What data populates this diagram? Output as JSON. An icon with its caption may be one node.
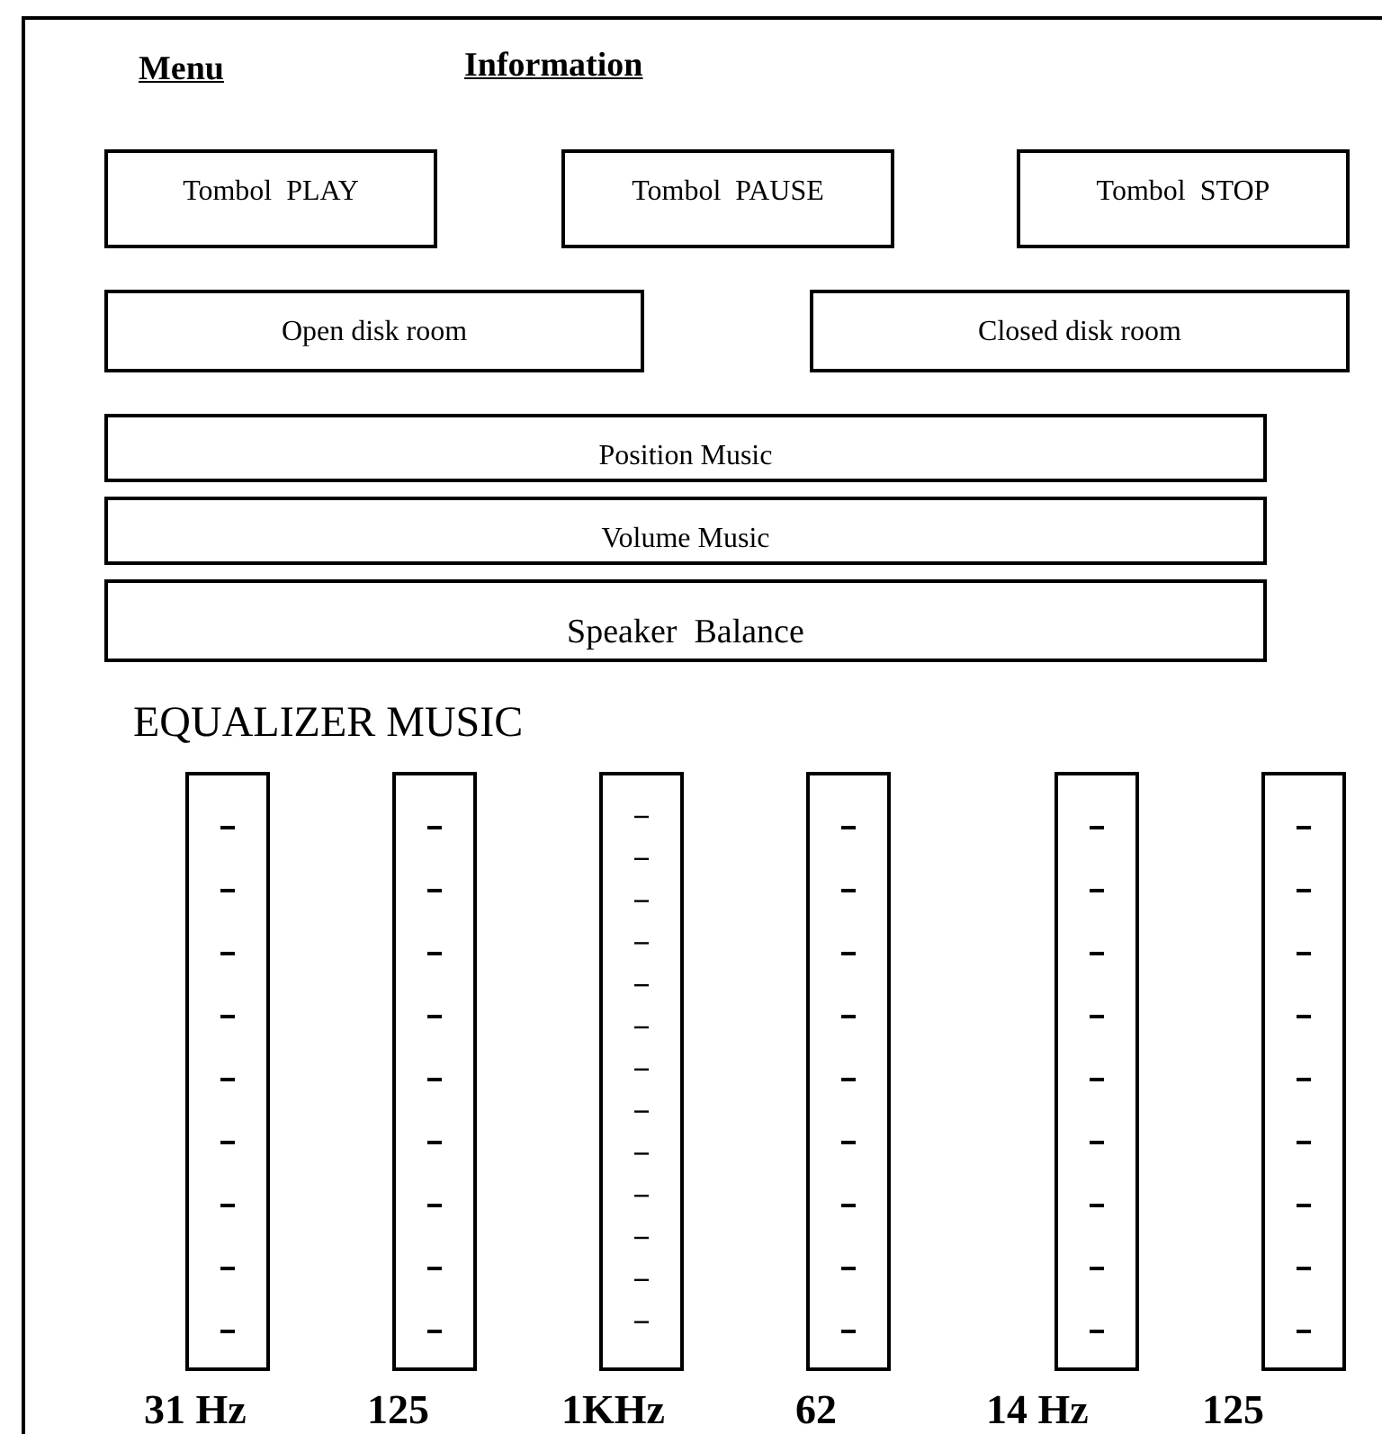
{
  "diagram": {
    "nodes": [
      {
        "text": [
          "Tombol  PLAY"
        ]
      },
      {
        "text": [
          "Tombol  PAUSE"
        ]
      },
      {
        "text": [
          "Tombol  STOP"
        ]
      },
      {
        "text": [
          "Open disk room"
        ]
      },
      {
        "text": [
          "Closed disk room"
        ]
      },
      {
        "text": [
          "Position Music"
        ]
      },
      {
        "text": [
          "Volume Music"
        ]
      },
      {
        "text": [
          "Speaker  Balance"
        ]
      },
      {
        "text": [],
        "shape": "bar"
      },
      {
        "text": [],
        "shape": "bar"
      },
      {
        "text": [],
        "shape": "bar"
      },
      {
        "text": [],
        "shape": "bar"
      },
      {
        "text": [],
        "shape": "bar"
      },
      {
        "text": [],
        "shape": "bar"
      }
    ],
    "labels": [
      "Menu",
      "Information",
      "EQUALIZER MUSIC",
      "31 Hz",
      "125",
      "1KHz",
      "62",
      "14 Hz",
      "125"
    ]
  }
}
